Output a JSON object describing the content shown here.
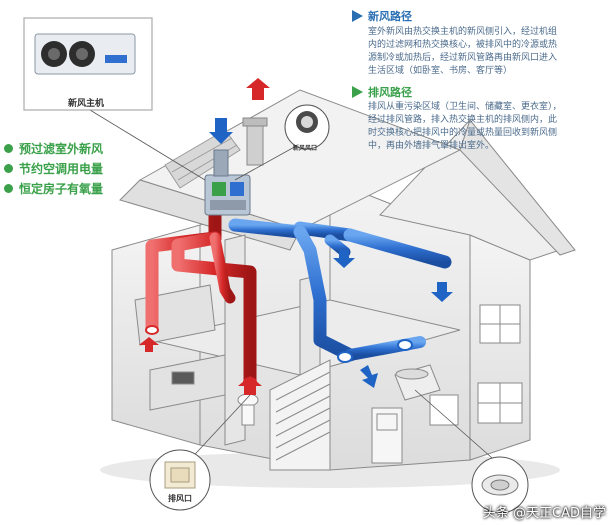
{
  "unit_label": "新风主机",
  "fresh_outlet_label": "新风风口",
  "exhaust_outlet_label": "排风口",
  "features": [
    "预过滤室外新风",
    "节约空调用电量",
    "恒定房子有氧量"
  ],
  "fresh_route": {
    "title": "新风路径",
    "lines": [
      "室外新风由热交换主机的新风侧引入，经过机组",
      "内的过滤网和热交换核心，被排风中的冷源或热",
      "源制冷或加热后，经过新风管路再由新风口进入",
      "生活区域（如卧室、书房、客厅等）"
    ]
  },
  "exhaust_route": {
    "title": "排风路径",
    "lines": [
      "排风从重污染区域（卫生间、储藏室、更衣室），",
      "经过排风管路，排入热交换主机的排风侧内，此",
      "时交换核心把排风中的冷量或热量回收到新风侧",
      "中，再由外墙排气罩排出室外。"
    ]
  },
  "watermark": "头条 @天正CAD自学",
  "colors": {
    "fresh_duct": "#2e6fd0",
    "exhaust_duct": "#d62828",
    "accent_green": "#3aa14a",
    "arrow_blue": "#1f63c4",
    "arrow_red": "#d62828"
  }
}
